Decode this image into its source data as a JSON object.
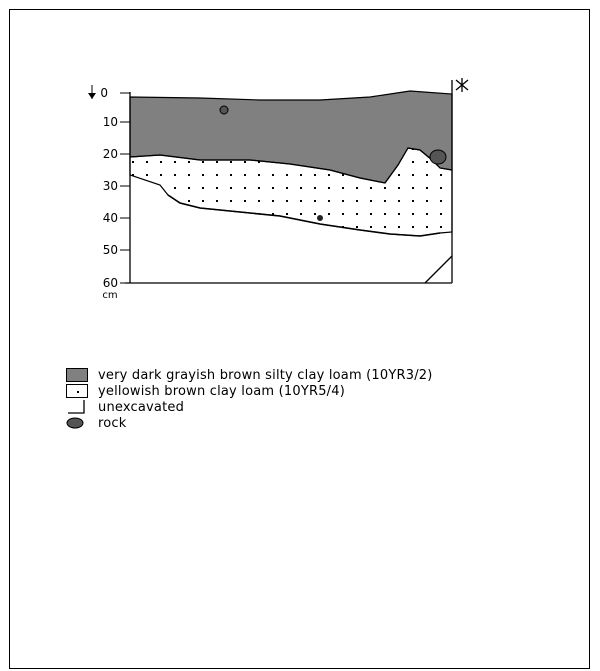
{
  "diagram": {
    "depth_ticks": [
      "0",
      "10",
      "20",
      "30",
      "40",
      "50",
      "60"
    ],
    "depth_unit": "cm",
    "legend": [
      {
        "id": "dark",
        "label": "very dark grayish brown silty clay loam (10YR3/2)",
        "swatch": "dark-gray-fill",
        "color": "#808080"
      },
      {
        "id": "yellow",
        "label": "yellowish brown clay loam (10YR5/4)",
        "swatch": "dotted-fill"
      },
      {
        "id": "unex",
        "label": "unexcavated",
        "swatch": "corner-line"
      },
      {
        "id": "rock",
        "label": "rock",
        "swatch": "oval",
        "color": "#555555"
      }
    ]
  }
}
